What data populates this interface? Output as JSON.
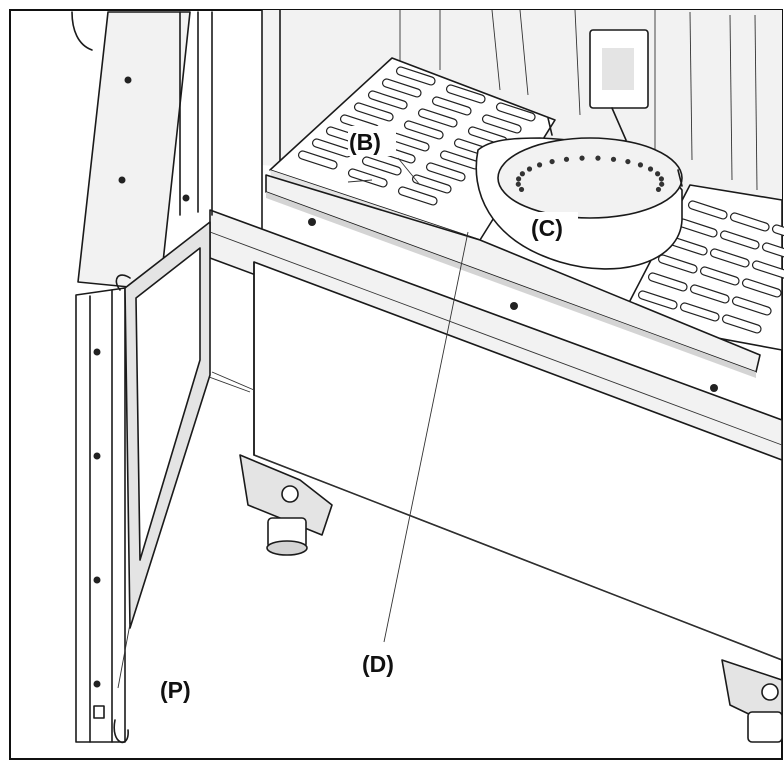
{
  "labels": {
    "b": "(B)",
    "c": "(C)",
    "d": "(D)",
    "p": "(P)"
  },
  "colors": {
    "line": "#1a1a1a",
    "background": "#ffffff"
  }
}
